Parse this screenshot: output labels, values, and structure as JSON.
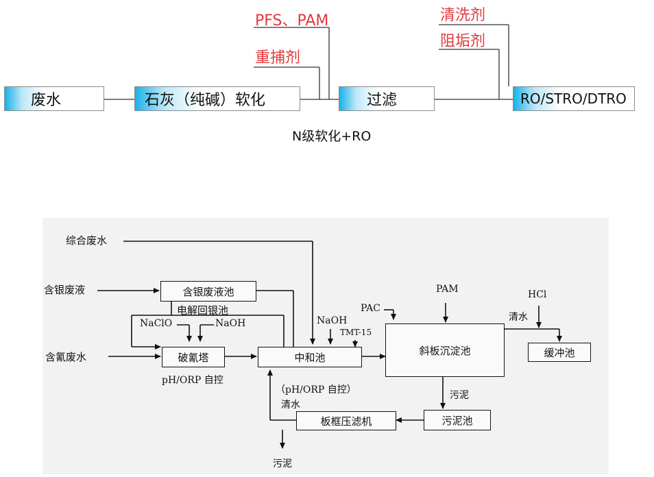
{
  "top_diagram": {
    "steps": [
      {
        "label": "废水"
      },
      {
        "label": "石灰（纯碱）软化"
      },
      {
        "label": "过滤"
      },
      {
        "label": "RO/STRO/DTRO"
      }
    ],
    "additives": [
      {
        "label": "PFS、PAM"
      },
      {
        "label": "重捕剂"
      },
      {
        "label": "清洗剂"
      },
      {
        "label": "阻垢剂"
      }
    ],
    "caption": "N级软化+RO",
    "colors": {
      "box_gradient_start": "#1ab2ea",
      "additive_text": "#e0393e",
      "line": "#333333"
    }
  },
  "bottom_diagram": {
    "inputs": {
      "composite_wastewater": "综合废水",
      "silver_wastewater": "含银废液",
      "cyanide_wastewater": "含氰废水"
    },
    "units": {
      "silver_pool": "含银废液池",
      "electrolysis_label": "电解回银池",
      "cyanide_tower": "破氰塔",
      "neutralization": "中和池",
      "sedimentation": "斜板沉淀池",
      "buffer_pool": "缓冲池",
      "sludge_pool": "污泥池",
      "filter_press": "板框压滤机"
    },
    "chemicals": {
      "naclo": "NaClO",
      "naoh_tower": "NaOH",
      "naoh_neutral": "NaOH",
      "tmt": "TMT-15",
      "pac": "PAC",
      "pam": "PAM",
      "hcl": "HCl"
    },
    "notes": {
      "ph_orp": "pH/ORP 自控",
      "ph_orp_paren": "（pH/ORP 自控）",
      "clear_water_return": "清水",
      "clear_water_out": "清水",
      "sludge_down": "污泥",
      "sludge_out": "污泥"
    }
  }
}
